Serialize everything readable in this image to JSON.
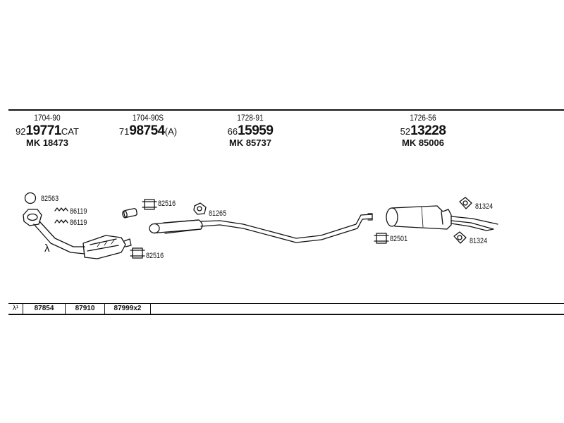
{
  "columns": [
    {
      "code": "1704-90",
      "part_prefix": "92",
      "part_main": "19771",
      "part_suffix": "CAT",
      "mk": "MK 18473"
    },
    {
      "code": "1704-90S",
      "part_prefix": "71",
      "part_main": "98754",
      "part_suffix": "(A)",
      "mk": ""
    },
    {
      "code": "1728-91",
      "part_prefix": "66",
      "part_main": "15959",
      "part_suffix": "",
      "mk": "MK 85737"
    },
    {
      "code": "1726-56",
      "part_prefix": "52",
      "part_main": "13228",
      "part_suffix": "",
      "mk": "MK 85006"
    }
  ],
  "labels": {
    "ring_82563": "82563",
    "spring_86119_a": "86119",
    "spring_86119_b": "86119",
    "lambda": "λ",
    "clamp_82516_top": "82516",
    "clamp_82516_bottom": "82516",
    "gasket_81265": "81265",
    "clamp_82501": "82501",
    "hanger_81324_top": "81324",
    "hanger_81324_bottom": "81324"
  },
  "bottom_table": {
    "symbol": "λ¹",
    "cells": [
      "87854",
      "87910",
      "87999x2"
    ]
  }
}
